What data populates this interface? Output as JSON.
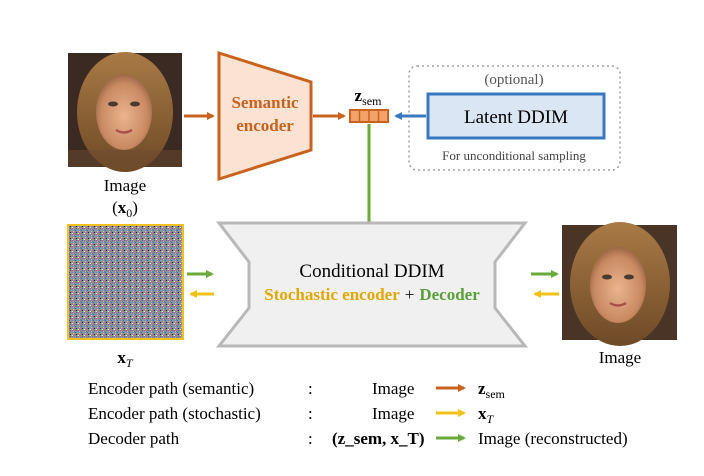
{
  "input_image": {
    "label": "Image",
    "symbol": "x",
    "subscript": "0"
  },
  "semantic_encoder": {
    "line1": "Semantic",
    "line2": "encoder"
  },
  "z_sem": {
    "symbol": "z",
    "subscript": "sem"
  },
  "latent_ddim": {
    "optional": "(optional)",
    "label": "Latent DDIM",
    "caption": "For unconditional sampling"
  },
  "noise": {
    "symbol": "x",
    "subscript": "T"
  },
  "conditional_ddim": {
    "title": "Conditional DDIM",
    "stochastic": "Stochastic encoder",
    "plus": "+",
    "decoder": "Decoder"
  },
  "output_image": {
    "label": "Image"
  },
  "legend": {
    "rows": [
      {
        "name": "Encoder path (semantic)",
        "colon": ":",
        "from": "Image",
        "to_symbol": "z",
        "to_sub": "sem"
      },
      {
        "name": "Encoder path (stochastic)",
        "colon": ":",
        "from": "Image",
        "to_symbol": "x",
        "to_sub": "T"
      },
      {
        "name": "Decoder path",
        "colon": ":",
        "from_tuple": "(z_sem, x_T)",
        "to": "Image (reconstructed)"
      }
    ]
  },
  "colors": {
    "semantic": "#c8621e",
    "semantic_fill": "#fbe3d3",
    "stochastic": "#f2c21a",
    "decoder": "#6aaa3c",
    "latent": "#3a78c0",
    "latent_fill": "#dae6f4",
    "ddim_border": "#b8b8b8",
    "ddim_fill": "#f0f0f0",
    "stochastic_text": "#e0a800",
    "decoder_text": "#5aa03a"
  }
}
